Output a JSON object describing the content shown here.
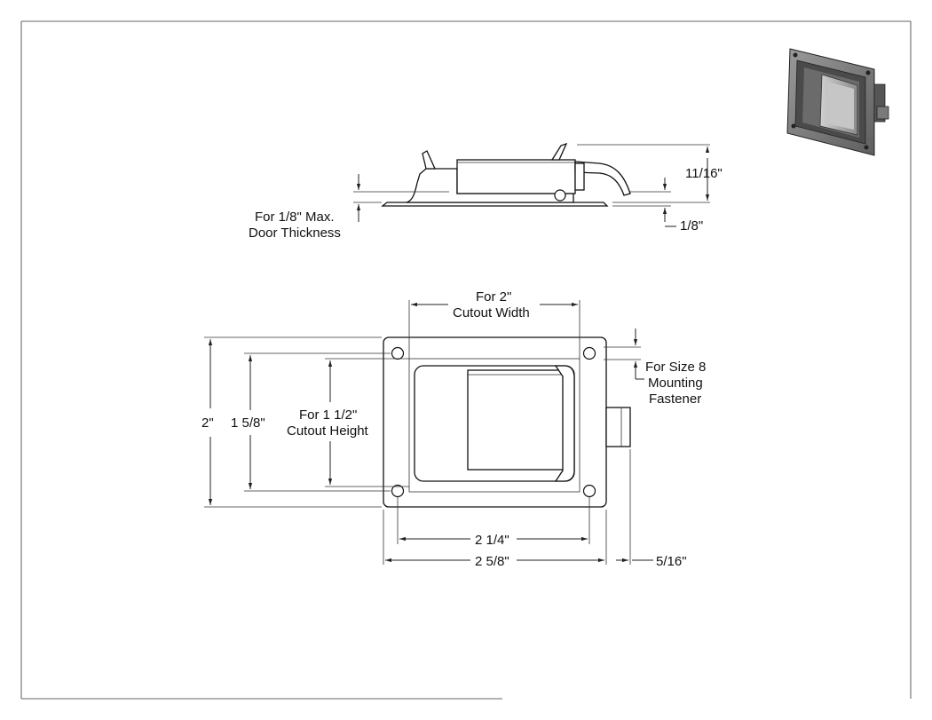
{
  "labels": {
    "door_thickness_line1": "For 1/8\" Max.",
    "door_thickness_line2": "Door Thickness",
    "height_side": "11/16\"",
    "flange_thickness": "1/8\"",
    "cutout_width_line1": "For 2\"",
    "cutout_width_line2": "Cutout Width",
    "fastener_line1": "For Size 8",
    "fastener_line2": "Mounting",
    "fastener_line3": "Fastener",
    "overall_height": "2\"",
    "hole_spacing_height": "1 5/8\"",
    "cutout_height_line1": "For 1 1/2\"",
    "cutout_height_line2": "Cutout Height",
    "hole_spacing_width": "2 1/4\"",
    "overall_width": "2 5/8\"",
    "latch_projection": "5/16\""
  },
  "colors": {
    "line": "#222222",
    "thumbnail_plate": "#7d7d7d",
    "thumbnail_dark": "#3a3a3a",
    "thumbnail_light": "#bdbdbd"
  }
}
